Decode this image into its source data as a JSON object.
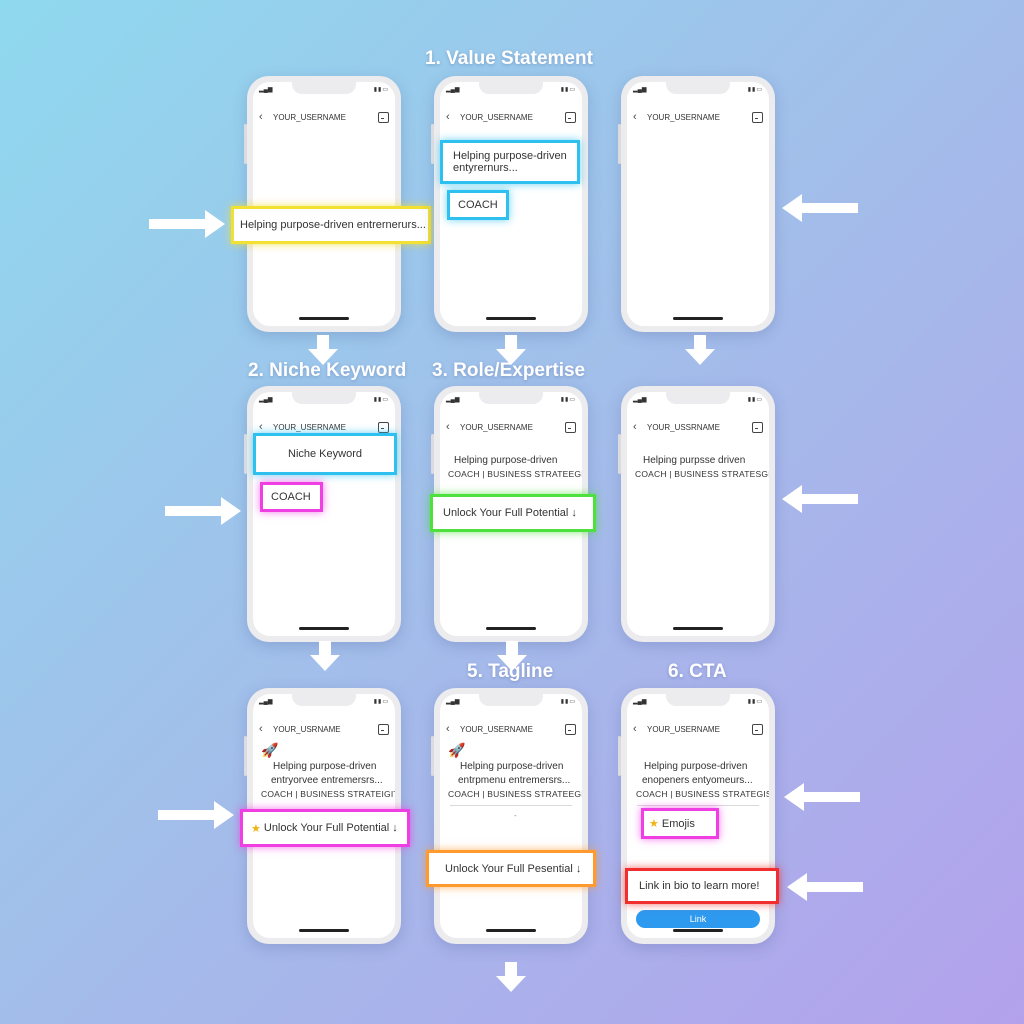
{
  "step_labels": {
    "value_statement": "1. Value Statement",
    "niche_keyword": "2. Niche Keyword",
    "role_expertise": "3. Role/Expertise",
    "tagline": "5. Tagline",
    "cta": "6. CTA"
  },
  "username": "YOUR_USERNAME",
  "username_alt": "YOUR_USSRNAME",
  "username_alt2": "YOUR_USRNAME",
  "phones": {
    "p1": {
      "highlight": "Helping purpose-driven entrernerurs..."
    },
    "p2": {
      "line1": "Helping purpose-driven",
      "line2": "entyrernurs...",
      "coach": "COACH"
    },
    "p4": {
      "niche": "Niche Keyword",
      "coach": "COACH"
    },
    "p5": {
      "line1": "Helping purpose-driven",
      "line2": "COACH | BUSINESS STRATEEGIT",
      "tagline": "Unlock Your Full Potential ↓"
    },
    "p6": {
      "line1": "Helping purpsse driven",
      "line2": "COACH | BUSINESS STRATESGIT"
    },
    "p7": {
      "line1": "Helping purpose-driven",
      "line2": "entryorvee entremersrs...",
      "line3": "COACH | BUSINESS STRATEIGIT",
      "tagline": "Unlock Your Full Potential ↓"
    },
    "p8": {
      "line1": "Helping purpose-driven",
      "line2": "entrpmenu entremersrs...",
      "line3": "COACH | BUSINESS STRATEEGIT",
      "tagline": "Unlock Your Full Pesential ↓",
      "dot": "-"
    },
    "p9": {
      "line1": "Helping purpose-driven",
      "line2": "enopeners entyomeurs...",
      "line3": "COACH | BUSINESS STRATEGIST",
      "emojis": "Emojis",
      "cta": "Link in bio to learn more!",
      "link": "Link"
    }
  },
  "colors": {
    "yellow": "#f2e033",
    "cyan": "#2ec1ef",
    "magenta": "#ef3ee2",
    "green": "#4ee03c",
    "orange": "#ff9a2e",
    "red": "#f02e2e",
    "link_blue": "#2e9aef"
  }
}
